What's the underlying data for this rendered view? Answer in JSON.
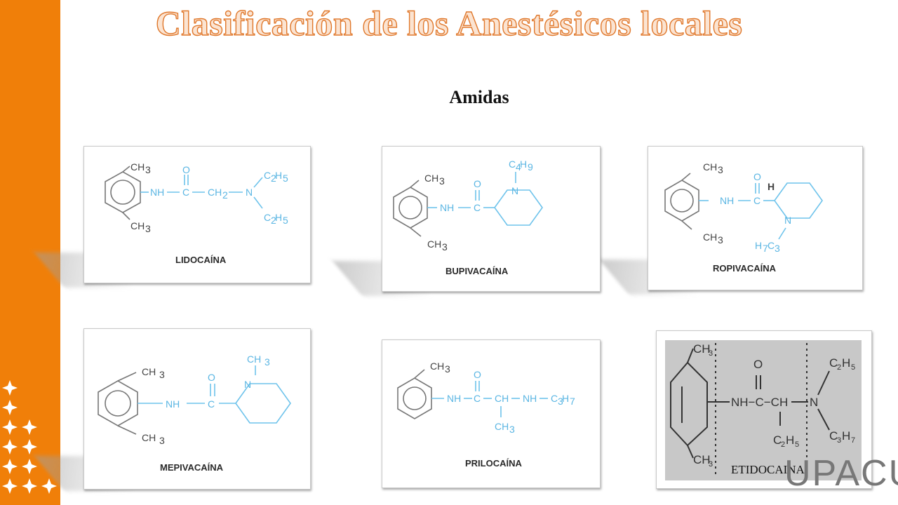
{
  "slide": {
    "title": "Clasificación de los Anestésicos locales",
    "subtitle": "Amidas"
  },
  "structures": [
    {
      "name": "LIDOCAÍNA"
    },
    {
      "name": "BUPIVACAÍNA"
    },
    {
      "name": "ROPIVACAÍNA"
    },
    {
      "name": "MEPIVACAÍNA"
    },
    {
      "name": "PRILOCAÍNA"
    },
    {
      "name": "ETIDOCAINA"
    }
  ],
  "colors": {
    "accent": "#F07F09",
    "molecule_blue": "#6EC3EB",
    "title_fill": "#FBE4D2",
    "title_stroke": "#E0782C"
  }
}
